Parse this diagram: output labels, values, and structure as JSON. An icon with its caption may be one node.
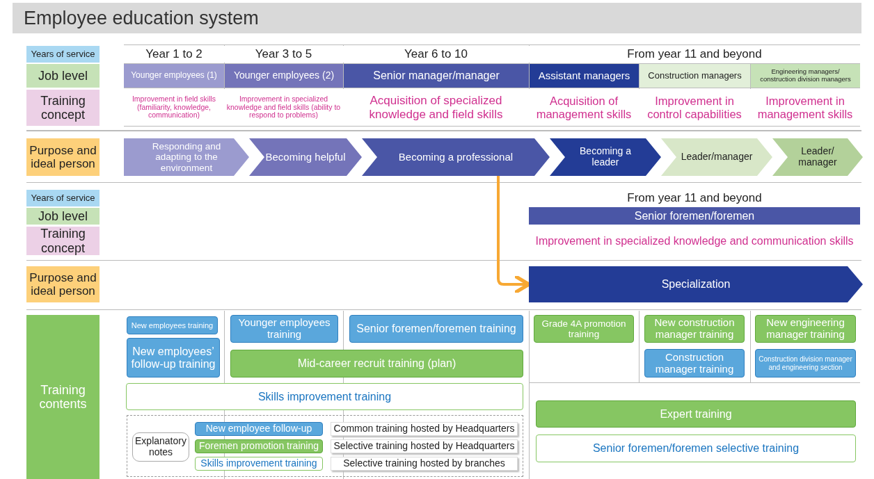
{
  "diagram": {
    "title": "Employee education system",
    "nodes": [
      {
        "text": [
          "Years of service"
        ]
      },
      {
        "text": [
          "Job level"
        ]
      },
      {
        "text": [
          "Training concept"
        ]
      },
      {
        "text": [
          "Purpose and ideal person"
        ]
      },
      {
        "text": [
          "Younger employees (1)"
        ]
      },
      {
        "text": [
          "Younger employees (2)"
        ]
      },
      {
        "text": [
          "Senior manager/manager"
        ]
      },
      {
        "text": [
          "Assistant managers"
        ]
      },
      {
        "text": [
          "Construction managers"
        ]
      },
      {
        "text": [
          "Engineering managers/ construction division managers"
        ]
      },
      {
        "text": [
          "Responding and adapting to the environment"
        ]
      },
      {
        "text": [
          "Becoming helpful"
        ]
      },
      {
        "text": [
          "Becoming a professional"
        ]
      },
      {
        "text": [
          "Becoming a leader"
        ]
      },
      {
        "text": [
          "Leader/manager"
        ]
      },
      {
        "text": [
          "Leader/ manager"
        ]
      },
      {
        "text": [
          "Years of service"
        ]
      },
      {
        "text": [
          "Job level"
        ]
      },
      {
        "text": [
          "Training concept"
        ]
      },
      {
        "text": [
          "Purpose and ideal person"
        ]
      },
      {
        "text": [
          "Senior foremen/foremen"
        ]
      },
      {
        "text": [
          "Specialization"
        ]
      },
      {
        "text": [
          "Training contents"
        ]
      },
      {
        "text": [
          "New employees training"
        ]
      },
      {
        "text": [
          "New employees’ follow-up training"
        ]
      },
      {
        "text": [
          "Younger employees training"
        ]
      },
      {
        "text": [
          "Senior foremen/foremen training"
        ]
      },
      {
        "text": [
          "Mid-career recruit training (plan)"
        ]
      },
      {
        "text": [
          "Skills improvement training"
        ]
      },
      {
        "text": [
          "Grade 4A promotion training"
        ]
      },
      {
        "text": [
          "New construction manager training"
        ]
      },
      {
        "text": [
          "New engineering manager training"
        ]
      },
      {
        "text": [
          "Construction manager training"
        ]
      },
      {
        "text": [
          "Construction division manager and engineering section"
        ]
      },
      {
        "text": [
          "Expert training"
        ]
      },
      {
        "text": [
          "Senior foremen/foremen selective training"
        ]
      },
      {
        "text": [
          "Explanatory notes"
        ]
      },
      {
        "text": [
          "New employee follow-up"
        ]
      },
      {
        "text": [
          "Foremen promotion training"
        ]
      },
      {
        "text": [
          "Skills improvement training"
        ]
      },
      {
        "text": [
          "Common training hosted by Headquarters"
        ]
      },
      {
        "text": [
          "Selective training hosted by Headquarters"
        ]
      },
      {
        "text": [
          "Selective training hosted by branches"
        ]
      }
    ],
    "edges": [
      {
        "from": 12,
        "to": 21,
        "arrow": "to"
      }
    ],
    "labels": [
      "Year 1 to 2",
      "Year 3 to 5",
      "Year 6 to 10",
      "From year 11 and beyond",
      "Improvement in field skills (familiarity, knowledge, communication)",
      "Improvement in specialized knowledge and field skills (ability to respond to problems)",
      "Acquisition of specialized knowledge and field skills",
      "Acquisition of management skills",
      "Improvement in control capabilities",
      "Improvement in management skills",
      "From year 11 and beyond",
      "Improvement in specialized knowledge and communication skills"
    ]
  }
}
